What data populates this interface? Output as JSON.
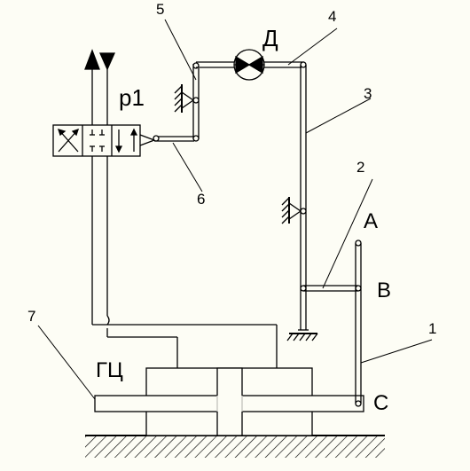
{
  "labels": {
    "n1": "1",
    "n2": "2",
    "n3": "3",
    "n4": "4",
    "n5": "5",
    "n6": "6",
    "n7": "7",
    "p1": "р1",
    "motor": "Д",
    "point_a": "А",
    "point_b": "В",
    "point_c": "С",
    "gc": "ГЦ"
  },
  "colors": {
    "line": "#000000",
    "background": "#fdfdf5"
  }
}
